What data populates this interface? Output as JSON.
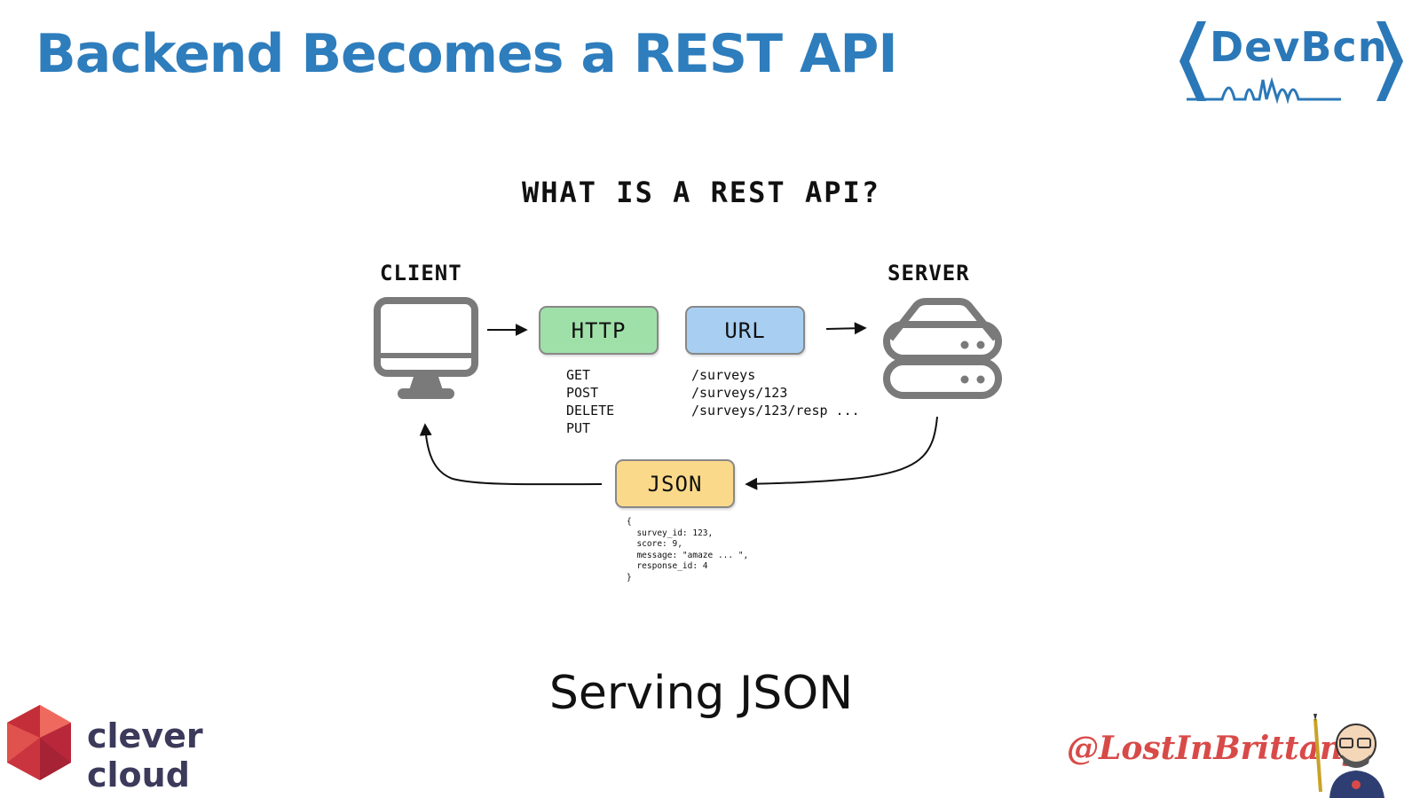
{
  "slide": {
    "title": "Backend Becomes a REST API",
    "subtitle": "Serving JSON"
  },
  "conference_logo": {
    "text": "DevBcn",
    "color": "#2b78b8"
  },
  "diagram": {
    "heading": "WHAT IS A REST API?",
    "client_label": "CLIENT",
    "server_label": "SERVER",
    "http": {
      "label": "HTTP",
      "color": "#9fe0a8",
      "methods": [
        "GET",
        "POST",
        "DELETE",
        "PUT"
      ]
    },
    "url": {
      "label": "URL",
      "color": "#a8cff2",
      "paths": [
        "/surveys",
        "/surveys/123",
        "/surveys/123/resp ..."
      ]
    },
    "json": {
      "label": "JSON",
      "color": "#fad98a",
      "sample": "{\n  survey_id: 123,\n  score: 9,\n  message: \"amaze ... \",\n  response_id: 4\n}"
    },
    "icons": [
      "monitor-icon",
      "server-stack-icon"
    ]
  },
  "footer": {
    "sponsor": "clever cloud",
    "handle": "@LostInBrittany"
  },
  "colors": {
    "title": "#2e7dbd",
    "icon_gray": "#7a7a7a",
    "handle": "#d84a48",
    "sponsor_red": "#d9383d"
  }
}
